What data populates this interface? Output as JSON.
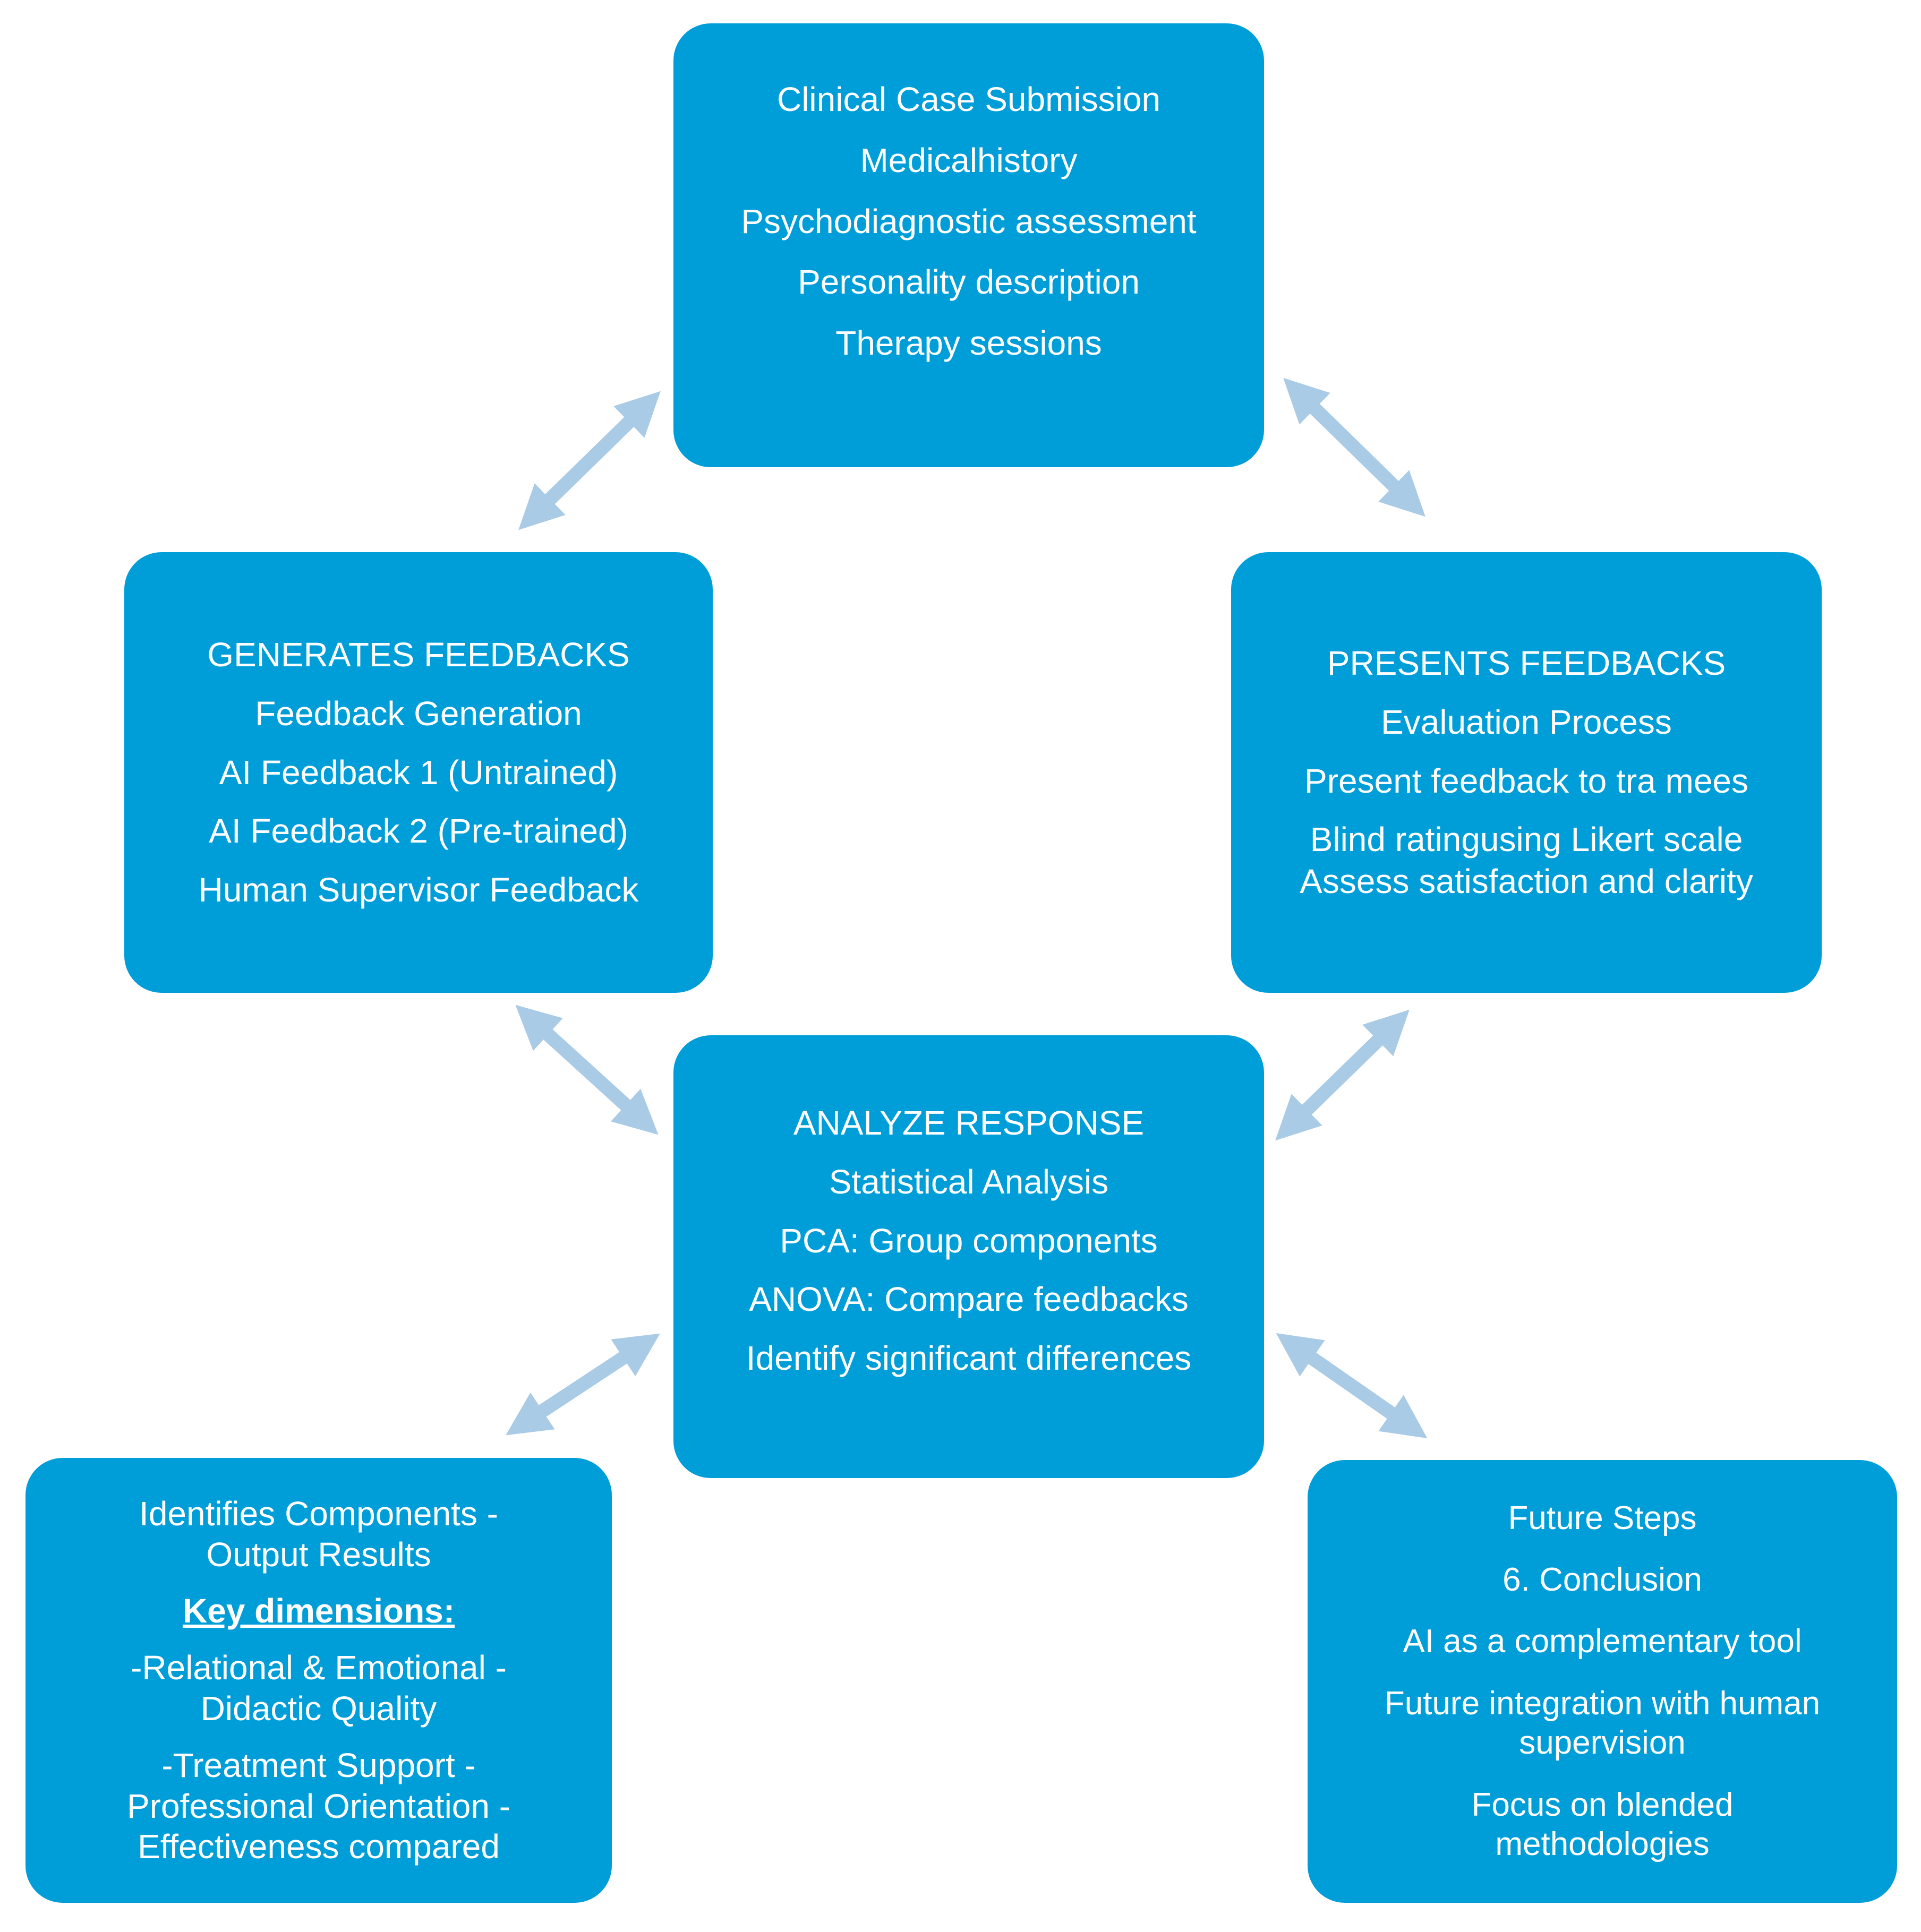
{
  "colors": {
    "box_fill": "#009ed8",
    "box_text": "#ffffff",
    "arrow": "#a9cbe6"
  },
  "boxes": {
    "top": {
      "lines": [
        "Clinical Case Submission",
        "Medicalhistory",
        "Psychodiagnostic assessment",
        "Personality description",
        "Therapy sessions"
      ]
    },
    "left": {
      "lines": [
        "GENERATES FEEDBACKS",
        "Feedback Generation",
        "AI Feedback 1 (Untrained)",
        "AI Feedback 2 (Pre-trained)",
        "Human Supervisor Feedback"
      ]
    },
    "right": {
      "lines": [
        "PRESENTS FEEDBACKS",
        "Evaluation Process",
        "Present feedback to tra mees",
        "Blind ratingusing Likert scale",
        "Assess satisfaction and clarity"
      ]
    },
    "center": {
      "lines": [
        "ANALYZE RESPONSE",
        "Statistical Analysis",
        "PCA: Group components",
        "ANOVA: Compare feedbacks",
        "Identify significant differences"
      ]
    },
    "bottom_left": {
      "lines": [
        "Identifies Components -",
        "Output Results",
        "Key dimensions:",
        "-Relational & Emotional  -",
        "Didactic Quality",
        "-Treatment Support -",
        "Professional Orientation -",
        "Effectiveness compared"
      ]
    },
    "bottom_right": {
      "lines": [
        "Future Steps",
        "6. Conclusion",
        "AI as a complementary tool",
        "Future integration with human",
        "supervision",
        "Focus on blended",
        "methodologies"
      ]
    }
  }
}
